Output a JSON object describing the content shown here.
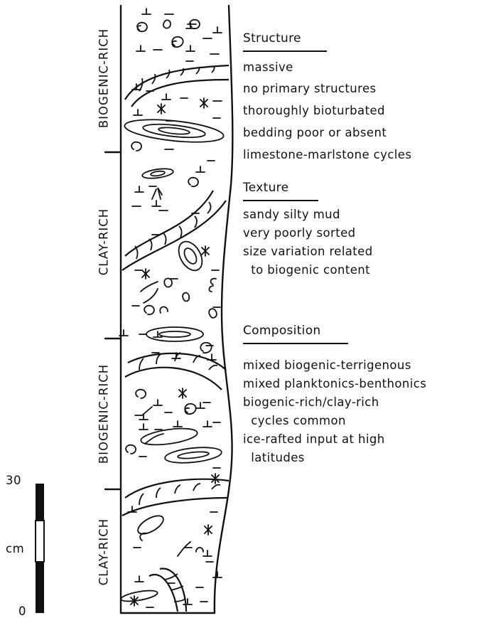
{
  "column": {
    "units": [
      {
        "label": "BIOGENIC-RICH"
      },
      {
        "label": "CLAY-RICH"
      },
      {
        "label": "BIOGENIC-RICH"
      },
      {
        "label": "CLAY-RICH"
      }
    ]
  },
  "scale": {
    "top_value": "30",
    "unit": "cm",
    "bottom_value": "0"
  },
  "sections": [
    {
      "heading": "Structure",
      "lines": [
        "massive",
        "no primary structures",
        "thoroughly bioturbated",
        "bedding poor or absent",
        "limestone-marlstone cycles"
      ]
    },
    {
      "heading": "Texture",
      "lines": [
        "sandy silty mud",
        "very poorly sorted",
        "size variation related",
        "  to biogenic content"
      ]
    },
    {
      "heading": "Composition",
      "lines": [
        "mixed biogenic-terrigenous",
        "mixed planktonics-benthonics",
        "biogenic-rich/clay-rich",
        "  cycles common",
        "ice-rafted input at high",
        "  latitudes"
      ]
    }
  ],
  "colors": {
    "ink": "#111111",
    "paper": "#ffffff"
  }
}
